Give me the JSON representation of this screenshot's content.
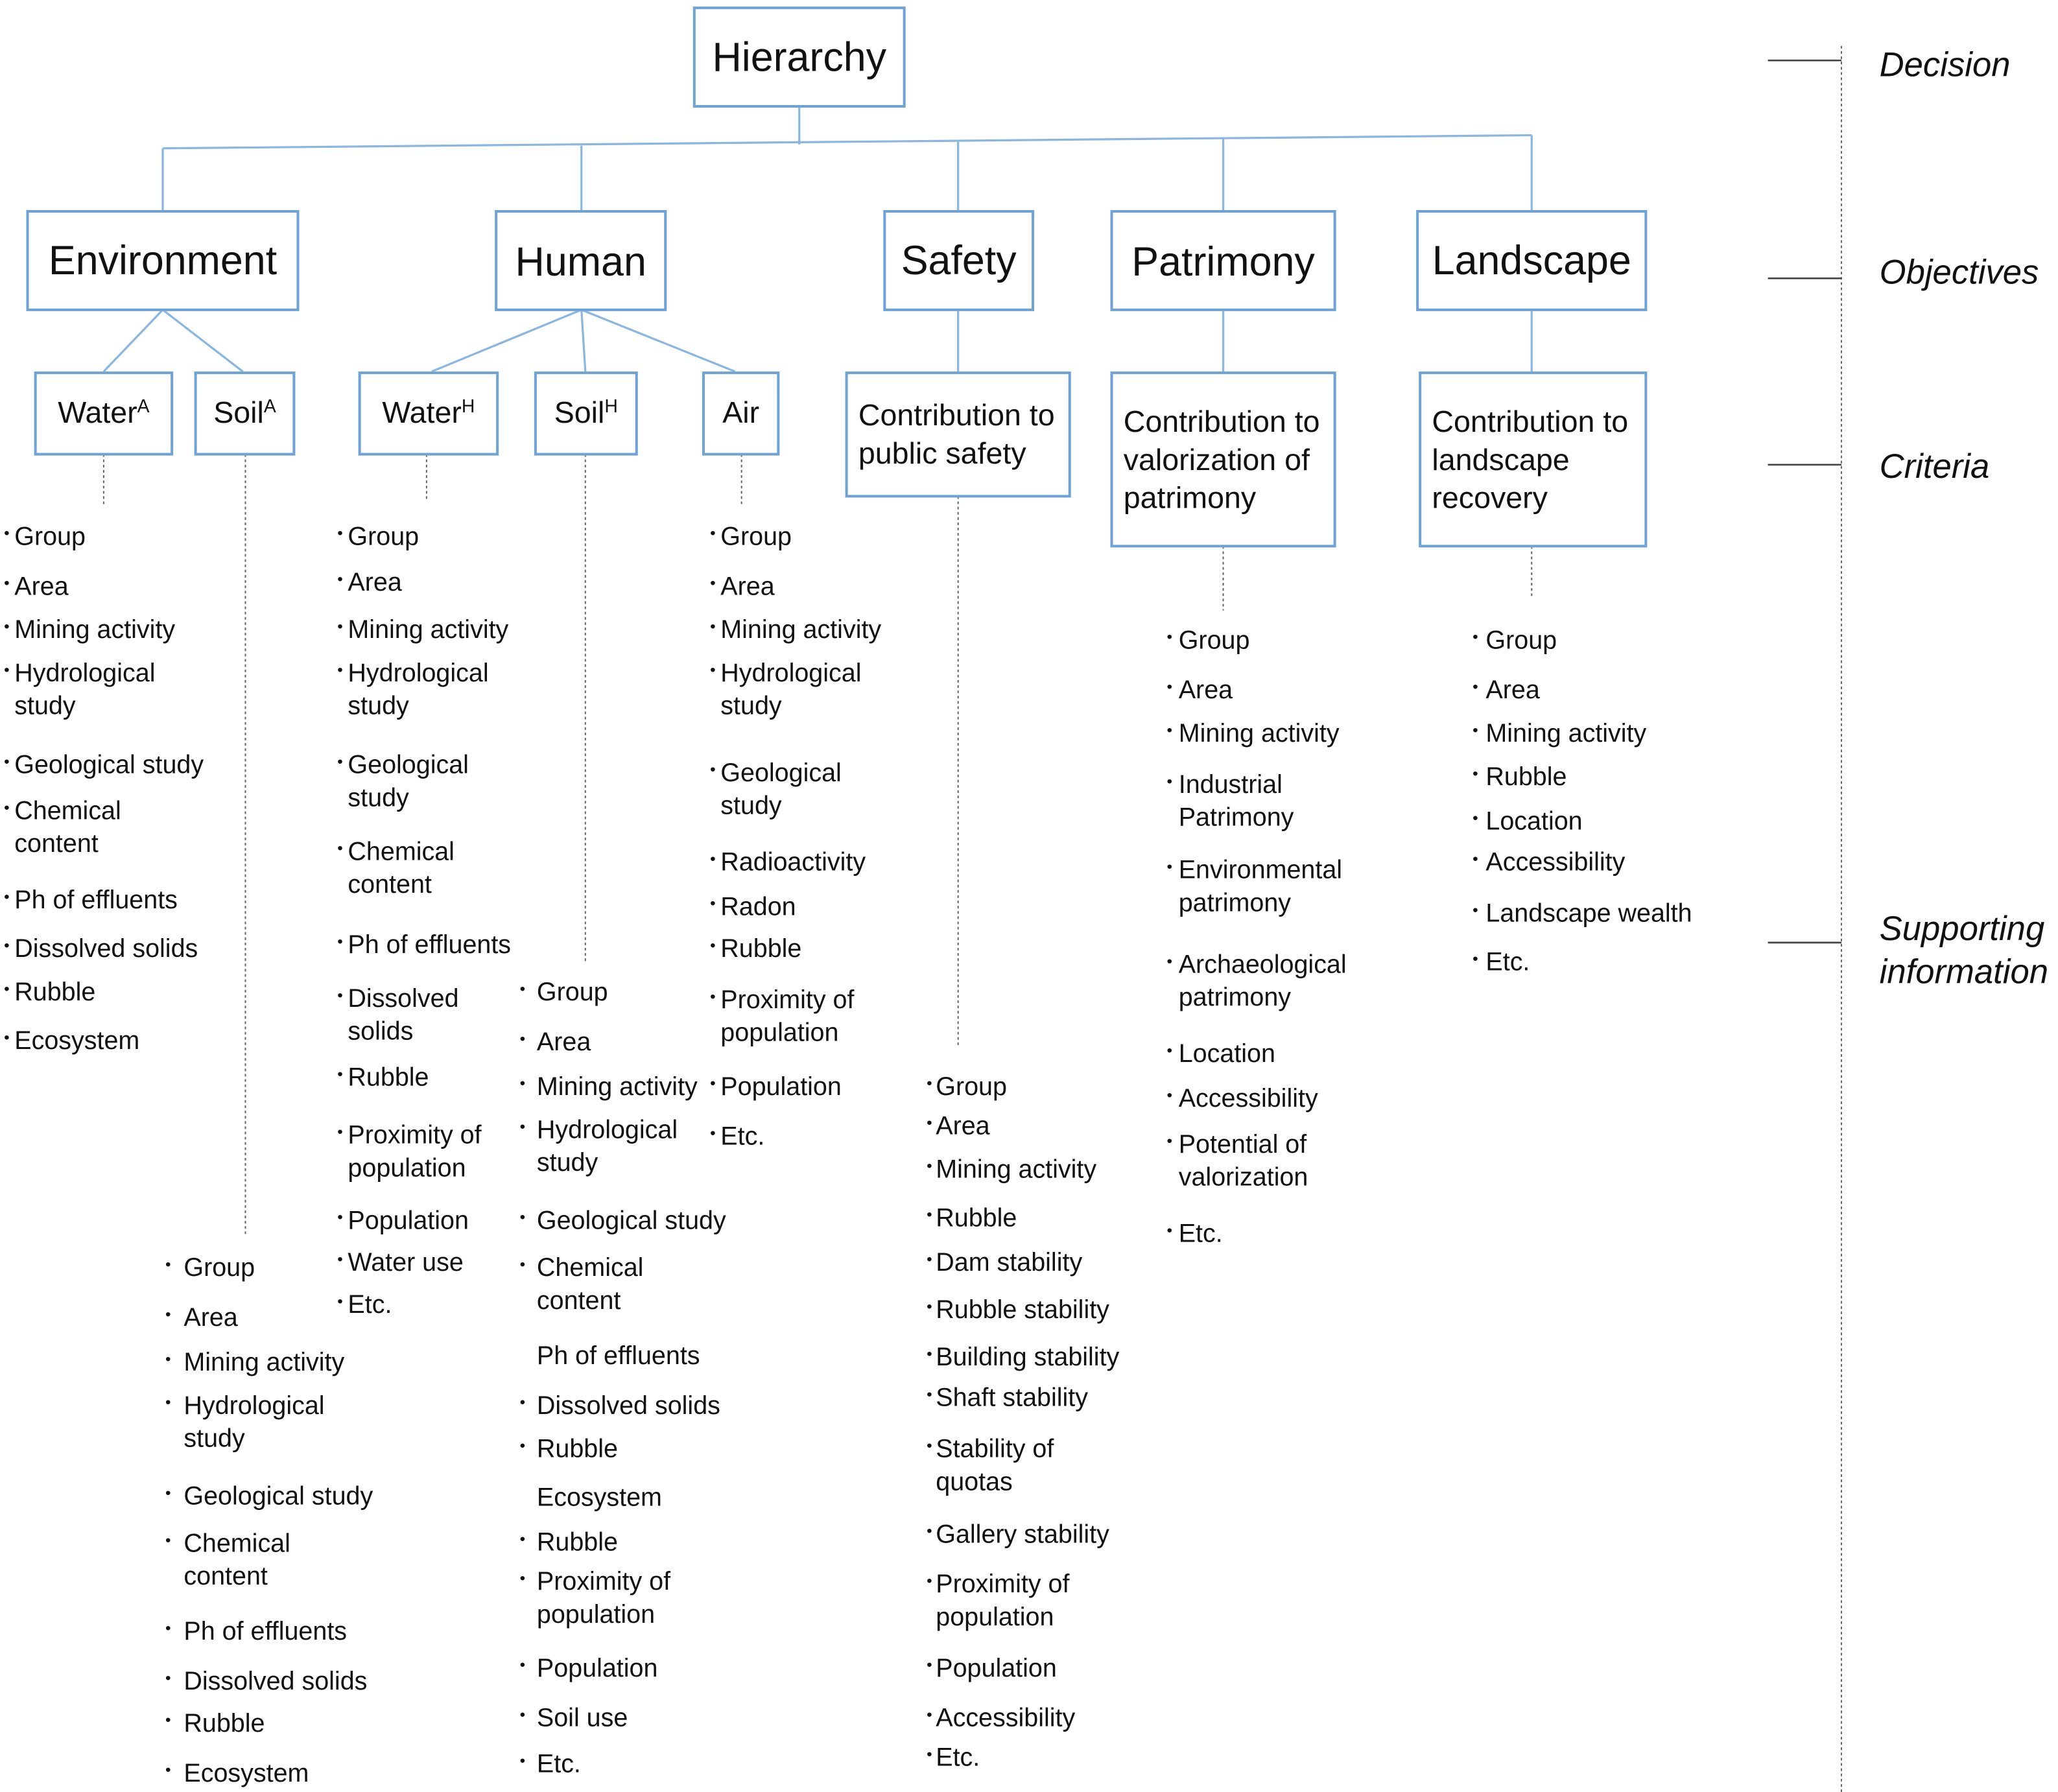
{
  "decision": {
    "label": "Hierarchy"
  },
  "objectives": [
    "Environment",
    "Human",
    "Safety",
    "Patrimony",
    "Landscape"
  ],
  "criteria": [
    {
      "label": "Water",
      "sub": "A"
    },
    {
      "label": "Soil",
      "sub": "A"
    },
    {
      "label": "Water",
      "sub": "H"
    },
    {
      "label": "Soil",
      "sub": "H"
    },
    {
      "label": "Air",
      "sub": ""
    },
    {
      "label": "Contribution to\npublic safety",
      "sub": ""
    },
    {
      "label": "Contribution to\nvalorization of\npatrimony",
      "sub": ""
    },
    {
      "label": "Contribution to\nlandscape\nrecovery",
      "sub": ""
    }
  ],
  "levels": [
    "Decision",
    "Objectives",
    "Criteria",
    "Supporting\ninformation"
  ],
  "supporting_information": {
    "water_a": [
      "Group",
      "Area",
      "Mining activity",
      "Hydrological\nstudy",
      "Geological study",
      "Chemical\ncontent",
      "Ph of effluents",
      "Dissolved solids",
      "Rubble",
      "Ecosystem"
    ],
    "soil_a": [
      "Group",
      "Area",
      "Mining activity",
      "Hydrological\nstudy",
      "Geological study",
      "Chemical\ncontent",
      "Ph of effluents",
      "Dissolved solids",
      "Rubble",
      "Ecosystem"
    ],
    "water_h": [
      "Group",
      "Area",
      "Mining activity",
      "Hydrological\nstudy",
      "Geological\nstudy",
      "Chemical\ncontent",
      "Ph of effluents",
      "Dissolved\nsolids",
      "Rubble",
      "Proximity of\npopulation",
      "Population",
      "Water use",
      "Etc."
    ],
    "soil_h": [
      "Group",
      "Area",
      "Mining activity",
      "Hydrological\nstudy",
      "Geological study",
      "Chemical\ncontent",
      "Ph of effluents",
      "Dissolved solids",
      "Rubble",
      "Ecosystem",
      "Rubble",
      "Proximity of\npopulation",
      "Population",
      "Soil use",
      "Etc."
    ],
    "air": [
      "Group",
      "Area",
      "Mining activity",
      "Hydrological\nstudy",
      "Geological\nstudy",
      "Radioactivity",
      "Radon",
      "Rubble",
      "Proximity of\npopulation",
      "Population",
      "Etc."
    ],
    "safety": [
      "Group",
      "Area",
      "Mining activity",
      "Rubble",
      "Dam stability",
      "Rubble stability",
      "Building stability",
      "Shaft stability",
      "Stability of\nquotas",
      "Gallery stability",
      "Proximity of\npopulation",
      "Population",
      "Accessibility",
      "Etc."
    ],
    "patrimony": [
      "Group",
      "Area",
      "Mining activity",
      "Industrial\nPatrimony",
      "Environmental\npatrimony",
      "Archaeological\npatrimony",
      "Location",
      "Accessibility",
      "Potential of\nvalorization",
      "Etc."
    ],
    "landscape": [
      "Group",
      "Area",
      "Mining activity",
      "Rubble",
      "Location",
      "Accessibility",
      "Landscape wealth",
      "Etc."
    ]
  },
  "colors": {
    "box_border": "#6fa3d6",
    "connector": "#8ab6e0",
    "text": "#111111"
  }
}
